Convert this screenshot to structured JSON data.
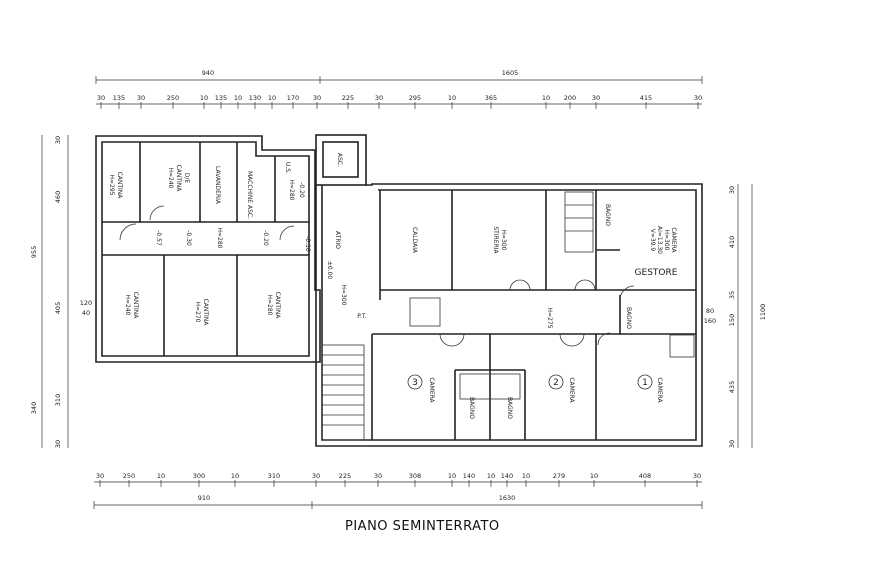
{
  "title": "PIANO SEMINTERRATO",
  "dimensions": {
    "top_total": [
      "940",
      "1605"
    ],
    "top_chain": [
      "30",
      "135",
      "30",
      "250",
      "10",
      "135",
      "10",
      "130",
      "10",
      "170",
      "30",
      "225",
      "30",
      "295",
      "10",
      "365",
      "10",
      "200",
      "30",
      "415",
      "30"
    ],
    "bottom_chain": [
      "30",
      "250",
      "10",
      "300",
      "10",
      "310",
      "30",
      "225",
      "30",
      "308",
      "10",
      "140",
      "10",
      "140",
      "10",
      "279",
      "10",
      "408",
      "30"
    ],
    "bottom_total": [
      "910",
      "1630"
    ],
    "left": [
      "30",
      "460",
      "955",
      "405",
      "120",
      "40",
      "340",
      "310",
      "30"
    ],
    "right": [
      "30",
      "410",
      "35",
      "80",
      "150",
      "160",
      "435",
      "30",
      "1100"
    ]
  },
  "rooms": {
    "cantina_1": {
      "name": "CANTINA",
      "h": "H=295"
    },
    "cantina_2": {
      "name": "CANTINA",
      "h": "H=240",
      "note": "D/E"
    },
    "lavanderia": {
      "name": "LAVANDERIA"
    },
    "macchine": {
      "name": "MACCHINE ASC."
    },
    "us": {
      "name": "U.S.",
      "h": "H=280",
      "lvl": "-0.20"
    },
    "asc": {
      "name": "ASC."
    },
    "corridor": {
      "l1": "-0.57",
      "l2": "-0.30",
      "h": "H=280",
      "l3": "-0.20",
      "l4": "-0.10"
    },
    "atrio": {
      "name": "ATRIO",
      "lvl": "±0.00",
      "h": "H=300",
      "pt": "P.T."
    },
    "caldaia": {
      "name": "CALDAIA"
    },
    "stireria": {
      "name": "STIRERIA",
      "h": "H=300"
    },
    "camera_g": {
      "name": "CAMERA",
      "h": "H=300",
      "a": "Ai=13.30",
      "v": "V=39.9",
      "owner": "GESTORE"
    },
    "bagno_top": {
      "name": "BAGNO"
    },
    "bagno_mid": {
      "name": "BAGNO"
    },
    "cantina_3": {
      "name": "CANTINA",
      "h": "H=240"
    },
    "cantina_4": {
      "name": "CANTINA",
      "h": "H=270"
    },
    "cantina_5": {
      "name": "CANTINA",
      "h": "H=280"
    },
    "hall": {
      "h": "H=275"
    },
    "camera_3": {
      "name": "CAMERA",
      "num": "3"
    },
    "camera_2": {
      "name": "CAMERA",
      "num": "2"
    },
    "camera_1": {
      "name": "CAMERA",
      "num": "1"
    },
    "bagno_a": {
      "name": "BAGNO"
    },
    "bagno_b": {
      "name": "BAGNO"
    }
  }
}
